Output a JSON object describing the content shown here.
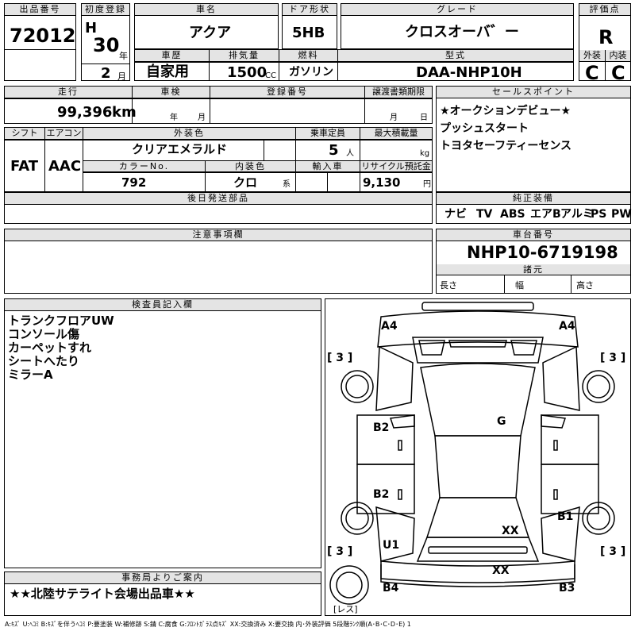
{
  "sheet": {
    "lot_label": "出品番号",
    "lot_no": "72012",
    "first_reg_label": "初度登録",
    "era": "H",
    "year": "30",
    "year_unit": "年",
    "month": "2",
    "month_unit": "月",
    "car_name_label": "車名",
    "car_name": "アクア",
    "door_label": "ドア形状",
    "door": "5HB",
    "grade_label": "グレード",
    "grade": "クロスオーバ゛ー",
    "score_label": "評価点",
    "score": "R",
    "history_label": "車歴",
    "history": "自家用",
    "displacement_label": "排気量",
    "displacement": "1500",
    "displacement_unit": "CC",
    "fuel_label": "燃料",
    "fuel": "ガソリン",
    "model_label": "型式",
    "model": "DAA-NHP10H",
    "ext_label": "外装",
    "ext": "C",
    "int_label": "内装",
    "int": "C",
    "mileage_label": "走行",
    "mileage": "99,396",
    "mileage_unit": "km",
    "inspection_label": "車検",
    "inspection_year_unit": "年",
    "inspection_month_unit": "月",
    "regno_label": "登録番号",
    "transfer_label": "譲渡書類期限",
    "transfer_month_unit": "月",
    "transfer_day_unit": "日",
    "shift_label": "シフト",
    "shift": "FAT",
    "ac_label": "エアコン",
    "ac": "AAC",
    "ext_color_label": "外装色",
    "ext_color": "クリアエメラルド",
    "seats_label": "乗車定員",
    "seats": "5",
    "seats_unit": "人",
    "load_label": "最大積載量",
    "load_unit": "kg",
    "color_no_label": "カラーNo.",
    "color_no": "792",
    "int_color_label": "内装色",
    "int_color": "クロ",
    "int_color_unit": "系",
    "import_label": "輸入車",
    "recycle_label": "リサイクル預託金",
    "recycle": "9,130",
    "recycle_unit": "円",
    "later_parts_label": "後日発送部品",
    "sales_label": "セールスポイント",
    "sales_points": [
      "★オークションデビュー★",
      "プッシュスタート",
      "トヨタセーフティーセンス"
    ],
    "equip_label": "純正装備",
    "equipment": [
      "ナビ",
      "TV",
      "ABS",
      "エアB",
      "アルミ",
      "PS",
      "PW"
    ],
    "notice_label": "注意事項欄",
    "chassis_label": "車台番号",
    "chassis": "NHP10-6719198",
    "spec_label": "諸元",
    "length_label": "長さ",
    "width_label": "幅",
    "height_label": "高さ",
    "inspector_label": "検査員記入欄",
    "inspector_notes": [
      "トランクフロアUW",
      "コンソール傷",
      "カーペットすれ",
      "シートへたり",
      "ミラーA"
    ],
    "office_label": "事務局よりご案内",
    "office_note": "★★北陸サテライト会場出品車★★",
    "legend": "A:ｷｽﾞ U:ﾍｺﾐ B:ｷｽﾞを伴うﾍｺﾐ P:要塗装 W:補修跡 S:錆 C:腐食 G:ﾌﾛﾝﾄｶﾞﾗｽ点ｷｽﾞ XX:交換済み X:要交換 内･外装評価 5段階ﾗﾝｸ順(A･B･C･D･E) 1"
  },
  "diagram": {
    "marks": {
      "a4_left": "A4",
      "a4_right": "A4",
      "br_left_top": "[ 3 ]",
      "br_right_top": "[ 3 ]",
      "g": "G",
      "b2_upper": "B2",
      "b2_lower": "B2",
      "b1": "B1",
      "xx_rear": "XX",
      "u1": "U1",
      "br_left_bot": "[ 3 ]",
      "br_right_bot": "[ 3 ]",
      "xx_bumper": "XX",
      "b4": "B4",
      "b3": "B3",
      "spare": "[レス]"
    }
  }
}
